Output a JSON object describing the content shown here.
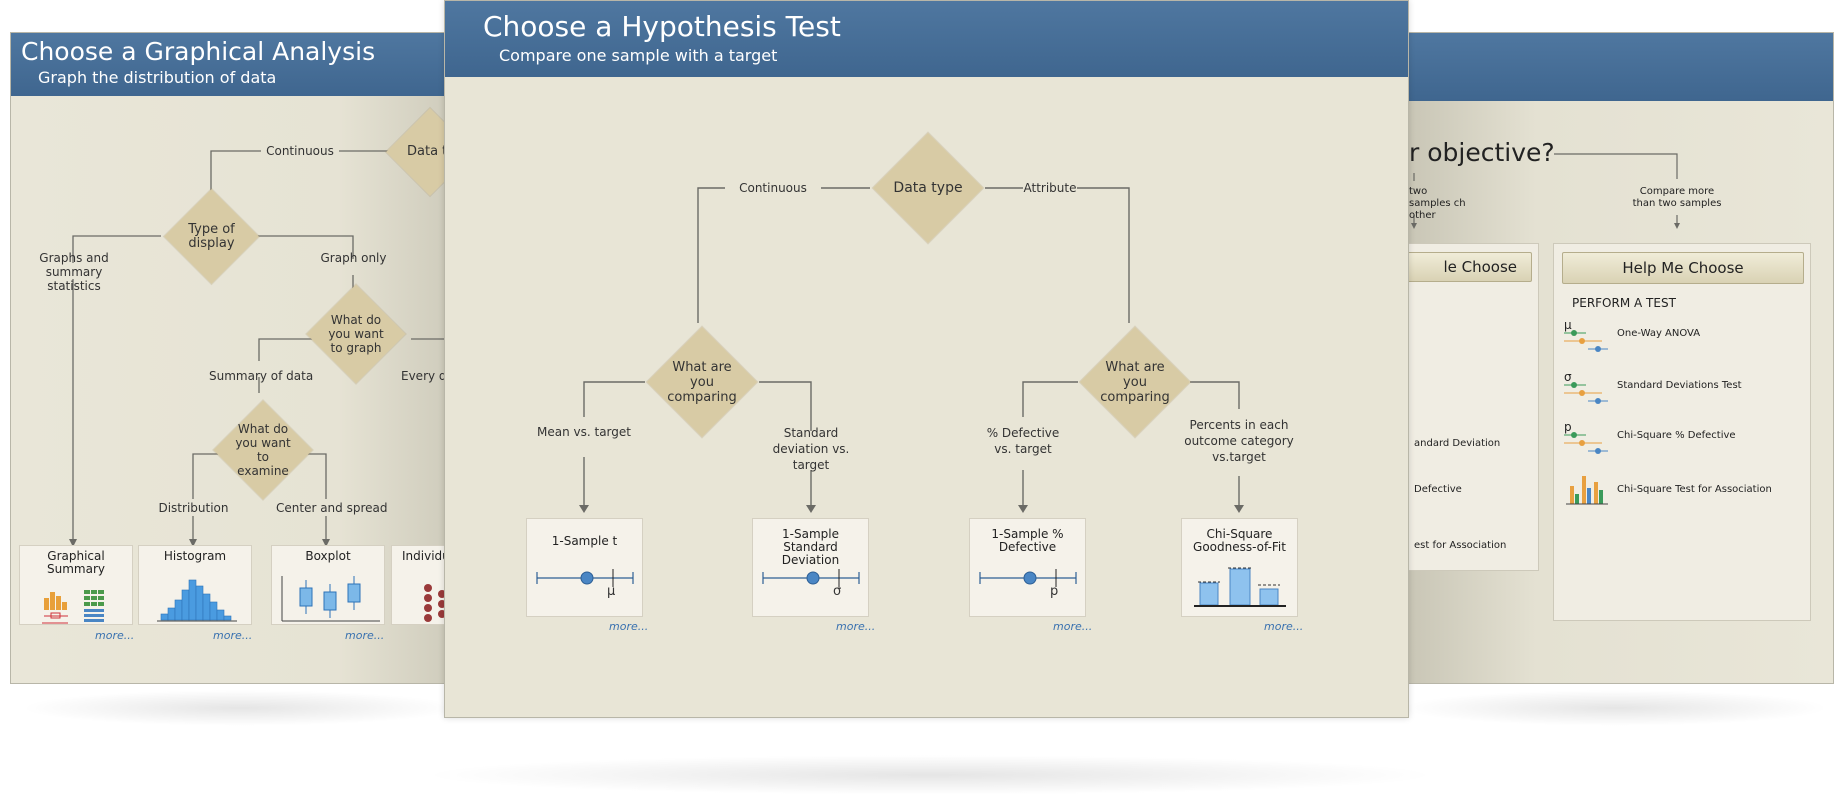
{
  "left_panel": {
    "title": "Choose a Graphical Analysis",
    "subtitle": "Graph the distribution of data",
    "labels": {
      "continuous": "Continuous",
      "data_type_partial": "Data t",
      "type_of_display": "Type of display",
      "graphs_and_summary": "Graphs and summary statistics",
      "graph_only": "Graph only",
      "what_graph": "What do you want to graph",
      "summary_of_data": "Summary of data",
      "every_d": "Every d",
      "what_examine": "What do you want to examine",
      "distribution": "Distribution",
      "center_and_spread": "Center and spread"
    },
    "boxes": [
      {
        "title": "Graphical Summary",
        "more": "more..."
      },
      {
        "title": "Histogram",
        "more": "more..."
      },
      {
        "title": "Boxplot",
        "more": "more..."
      },
      {
        "title": "Individu P",
        "more": ""
      }
    ]
  },
  "center_panel": {
    "title": "Choose a Hypothesis Test",
    "subtitle": "Compare one sample with a target",
    "decision_data_type": "Data type",
    "branch_continuous": "Continuous",
    "branch_attribute": "Attribute",
    "decision_compare_left": "What are you comparing",
    "decision_compare_right": "What are you comparing",
    "edge_mean": "Mean vs. target",
    "edge_stdev": "Standard deviation vs. target",
    "edge_defective": "% Defective vs. target",
    "edge_percents": "Percents in each outcome category vs.target",
    "tests": [
      {
        "title": "1-Sample t",
        "symbol": "μ",
        "more": "more..."
      },
      {
        "title": "1-Sample Standard Deviation",
        "symbol": "σ",
        "more": "more..."
      },
      {
        "title": "1-Sample % Defective",
        "symbol": "p",
        "more": "more..."
      },
      {
        "title": "Chi-Square Goodness-of-Fit",
        "symbol": "",
        "more": "more..."
      }
    ]
  },
  "right_panel": {
    "question_partial": "r objective?",
    "two_samples_partial": "two samples ch other",
    "compare_more": "Compare more than two samples",
    "help_btn_partial": "le Choose",
    "help_btn": "Help Me Choose",
    "perform_a_test": "PERFORM A TEST",
    "left_items": [
      "andard Deviation",
      "Defective",
      "est for Association"
    ],
    "tests": [
      {
        "symbol": "μ",
        "label": "One-Way ANOVA"
      },
      {
        "symbol": "σ",
        "label": "Standard Deviations Test"
      },
      {
        "symbol": "p",
        "label": "Chi-Square % Defective"
      },
      {
        "symbol": "",
        "label": "Chi-Square Test for Association"
      }
    ]
  },
  "colors": {
    "header_blue": "#44698f",
    "diamond_tan": "#d8cba5",
    "panel_bg": "#e8e5d6",
    "link_blue": "#3a72b0",
    "marker_blue": "#4a86c4"
  }
}
